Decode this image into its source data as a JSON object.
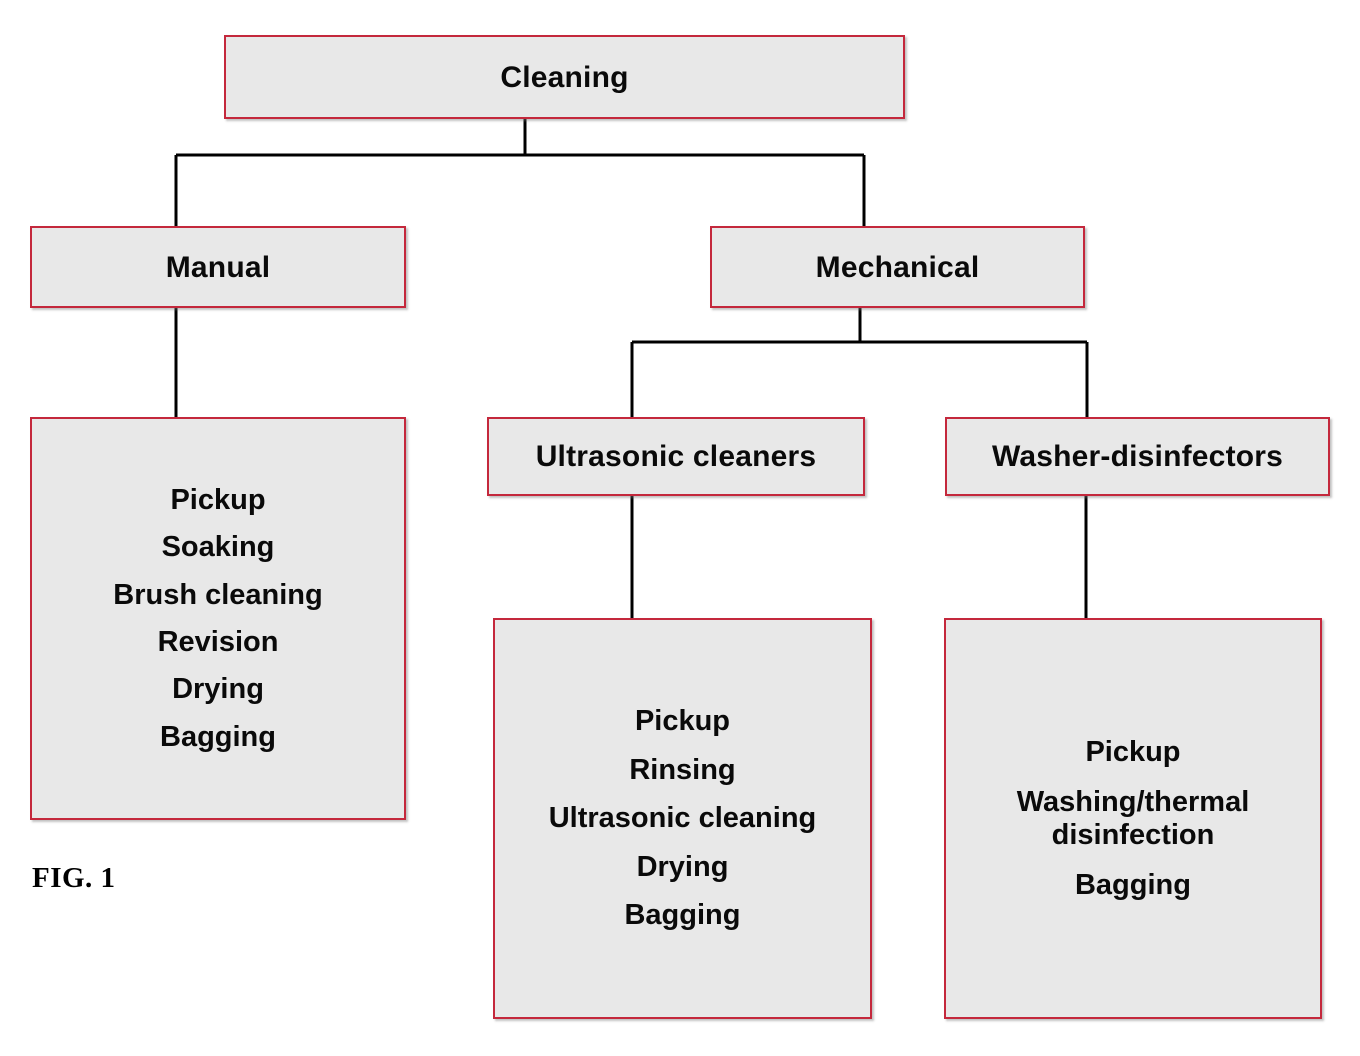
{
  "figure": {
    "label": "FIG. 1",
    "colors": {
      "box_border": "#c4283c",
      "box_fill": "#e8e8e8",
      "connector": "#000000",
      "text": "#0a0a0a",
      "background": "#ffffff"
    }
  },
  "nodes": {
    "root": {
      "title": "Cleaning"
    },
    "manual": {
      "title": "Manual"
    },
    "mechanical": {
      "title": "Mechanical"
    },
    "ultrasonic": {
      "title": "Ultrasonic cleaners"
    },
    "washer": {
      "title": "Washer-disinfectors"
    },
    "manual_steps": {
      "items": [
        "Pickup",
        "Soaking",
        "Brush cleaning",
        "Revision",
        "Drying",
        "Bagging"
      ]
    },
    "ultrasonic_steps": {
      "items": [
        "Pickup",
        "Rinsing",
        "Ultrasonic cleaning",
        "Drying",
        "Bagging"
      ]
    },
    "washer_steps": {
      "items": [
        "Pickup",
        "Washing/thermal\ndisinfection",
        "Bagging"
      ]
    }
  },
  "chart_data": {
    "type": "tree",
    "title": "Cleaning",
    "edges": [
      {
        "from": "Cleaning",
        "to": "Manual"
      },
      {
        "from": "Cleaning",
        "to": "Mechanical"
      },
      {
        "from": "Manual",
        "to": "Manual steps"
      },
      {
        "from": "Mechanical",
        "to": "Ultrasonic cleaners"
      },
      {
        "from": "Mechanical",
        "to": "Washer-disinfectors"
      },
      {
        "from": "Ultrasonic cleaners",
        "to": "Ultrasonic steps"
      },
      {
        "from": "Washer-disinfectors",
        "to": "Washer steps"
      }
    ]
  }
}
